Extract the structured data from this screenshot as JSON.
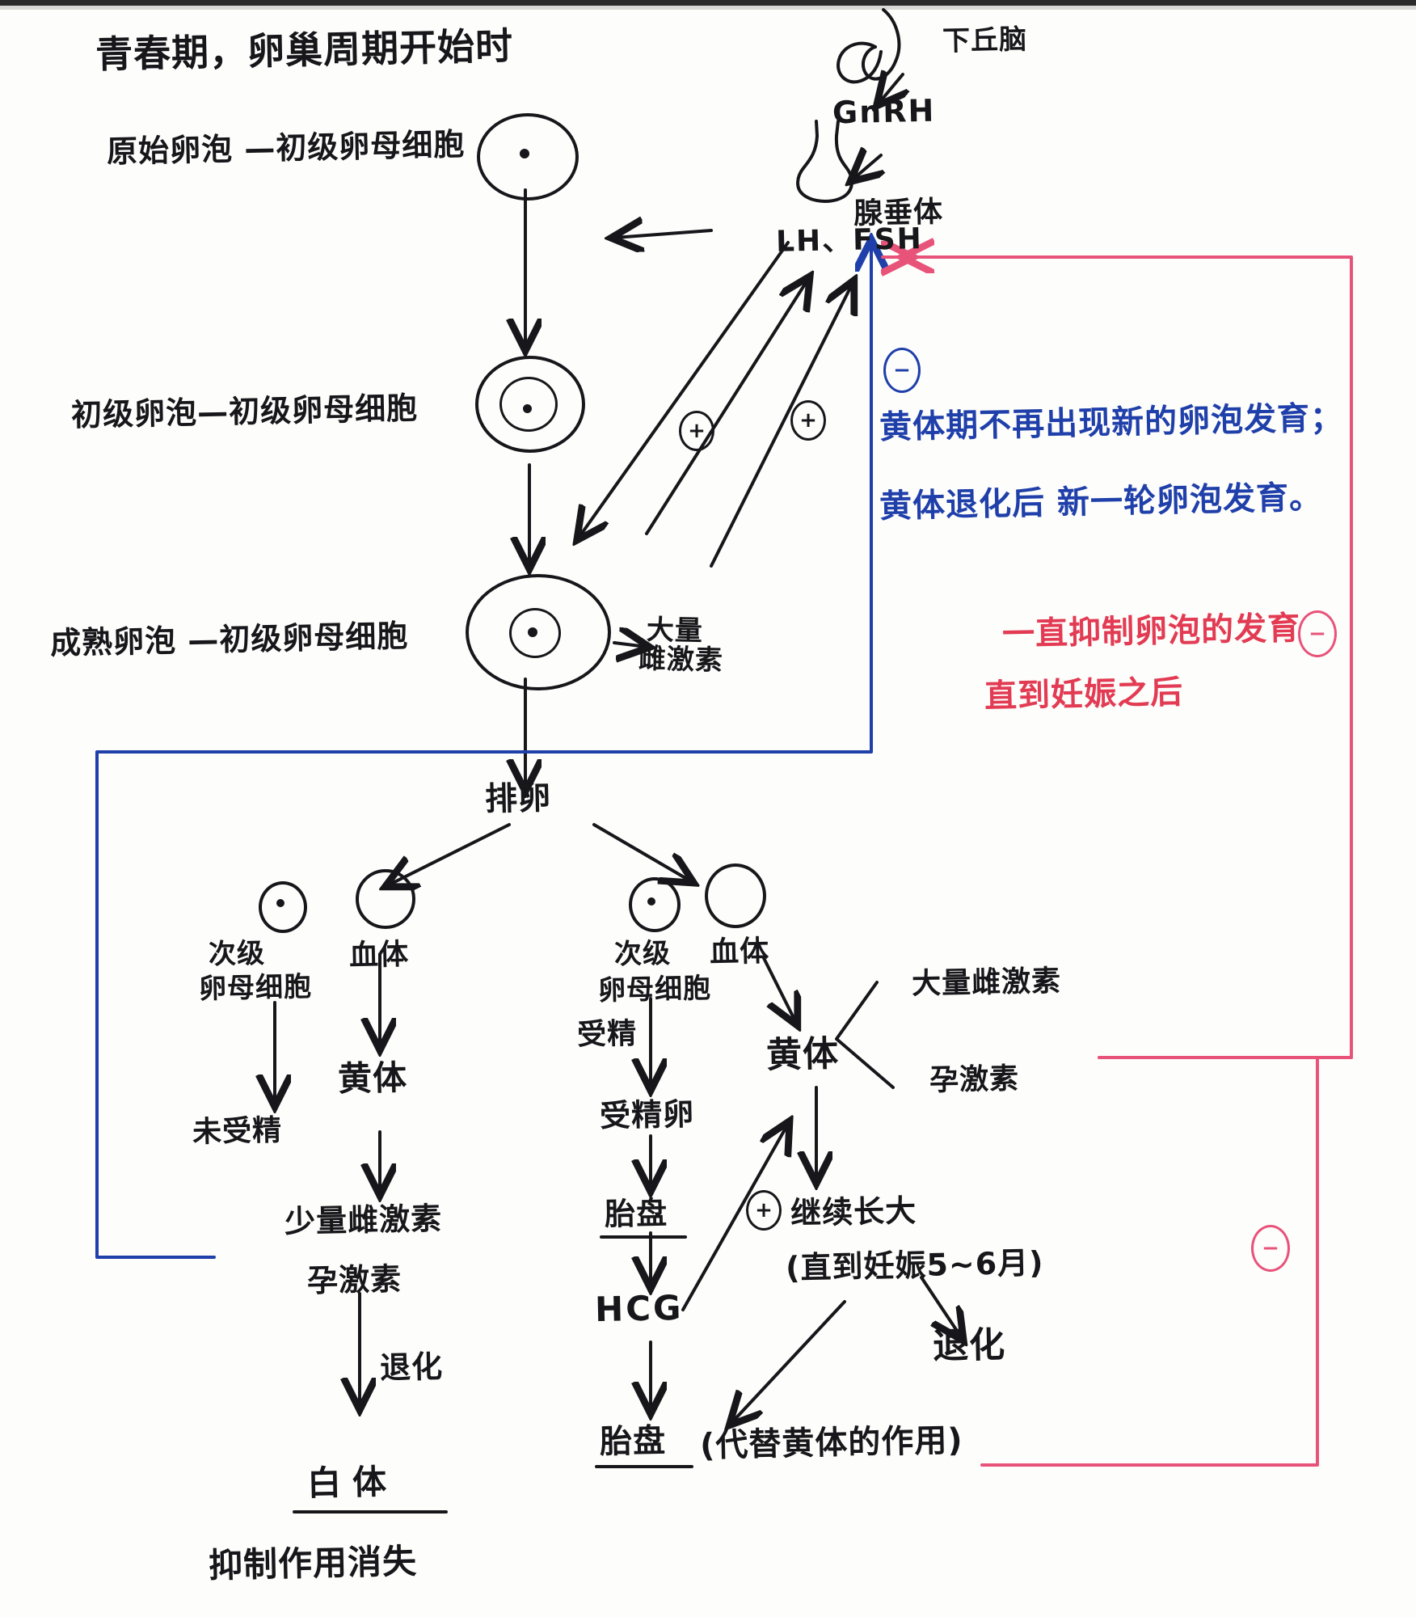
{
  "meta": {
    "title": "卵巢周期与黄体/胎盘内分泌调节手绘示意图",
    "colors": {
      "ink": "#17171b",
      "blue": "#1f3faa",
      "pink": "#e8537a",
      "red": "#e23b53"
    }
  },
  "title": "青春期，卵巢周期开始时",
  "axis": {
    "hypothalamus": "下丘脑",
    "gnrh": "GnRH",
    "pituitary": "腺垂体",
    "lh_fsh": "LH、FSH"
  },
  "follicle_stages": [
    {
      "label": "原始卵泡 —初级卵母细胞"
    },
    {
      "label": "初级卵泡—初级卵母细胞"
    },
    {
      "label": "成熟卵泡 —初级卵母细胞"
    }
  ],
  "estrogen_large": {
    "line1": "大量",
    "line2": "雌激素"
  },
  "ovulation": "排卵",
  "left_branch": {
    "oocyte": {
      "line1": "次级",
      "line2": "卵母细胞"
    },
    "unfertilized": "未受精",
    "blood_body": "血体",
    "corpus_luteum": "黄体",
    "hormones_line1": "少量雌激素",
    "hormones_line2": "孕激素",
    "degenerate": "退化",
    "corpus_albicans": "白体",
    "inhibition_gone": "抑制作用消失"
  },
  "right_branch": {
    "oocyte": {
      "line1": "次级",
      "line2": "卵母细胞"
    },
    "fertilize": "受精",
    "zygote": "受精卵",
    "placenta": "胎盘",
    "hcg": "HCG",
    "placenta2": "胎盘",
    "placenta2_note": "(代替黄体的作用)",
    "blood_body": "血体",
    "corpus_luteum": "黄体",
    "hormone_top": "大量雌激素",
    "hormone_bottom": "孕激素",
    "keep_growing": "继续长大",
    "keep_growing_note": "(直到妊娠5~6月)",
    "degenerate": "退化"
  },
  "signs": {
    "plus": "⊕",
    "minus": "⊖",
    "plus_glyph": "+",
    "minus_glyph": "−"
  },
  "notes": {
    "blue": {
      "line1": "黄体期不再出现新的卵泡发育；",
      "line2": "黄体退化后 新一轮卵泡发育。"
    },
    "pink": {
      "line1": "一直抑制卵泡的发育",
      "line2": "直到妊娠之后"
    }
  }
}
